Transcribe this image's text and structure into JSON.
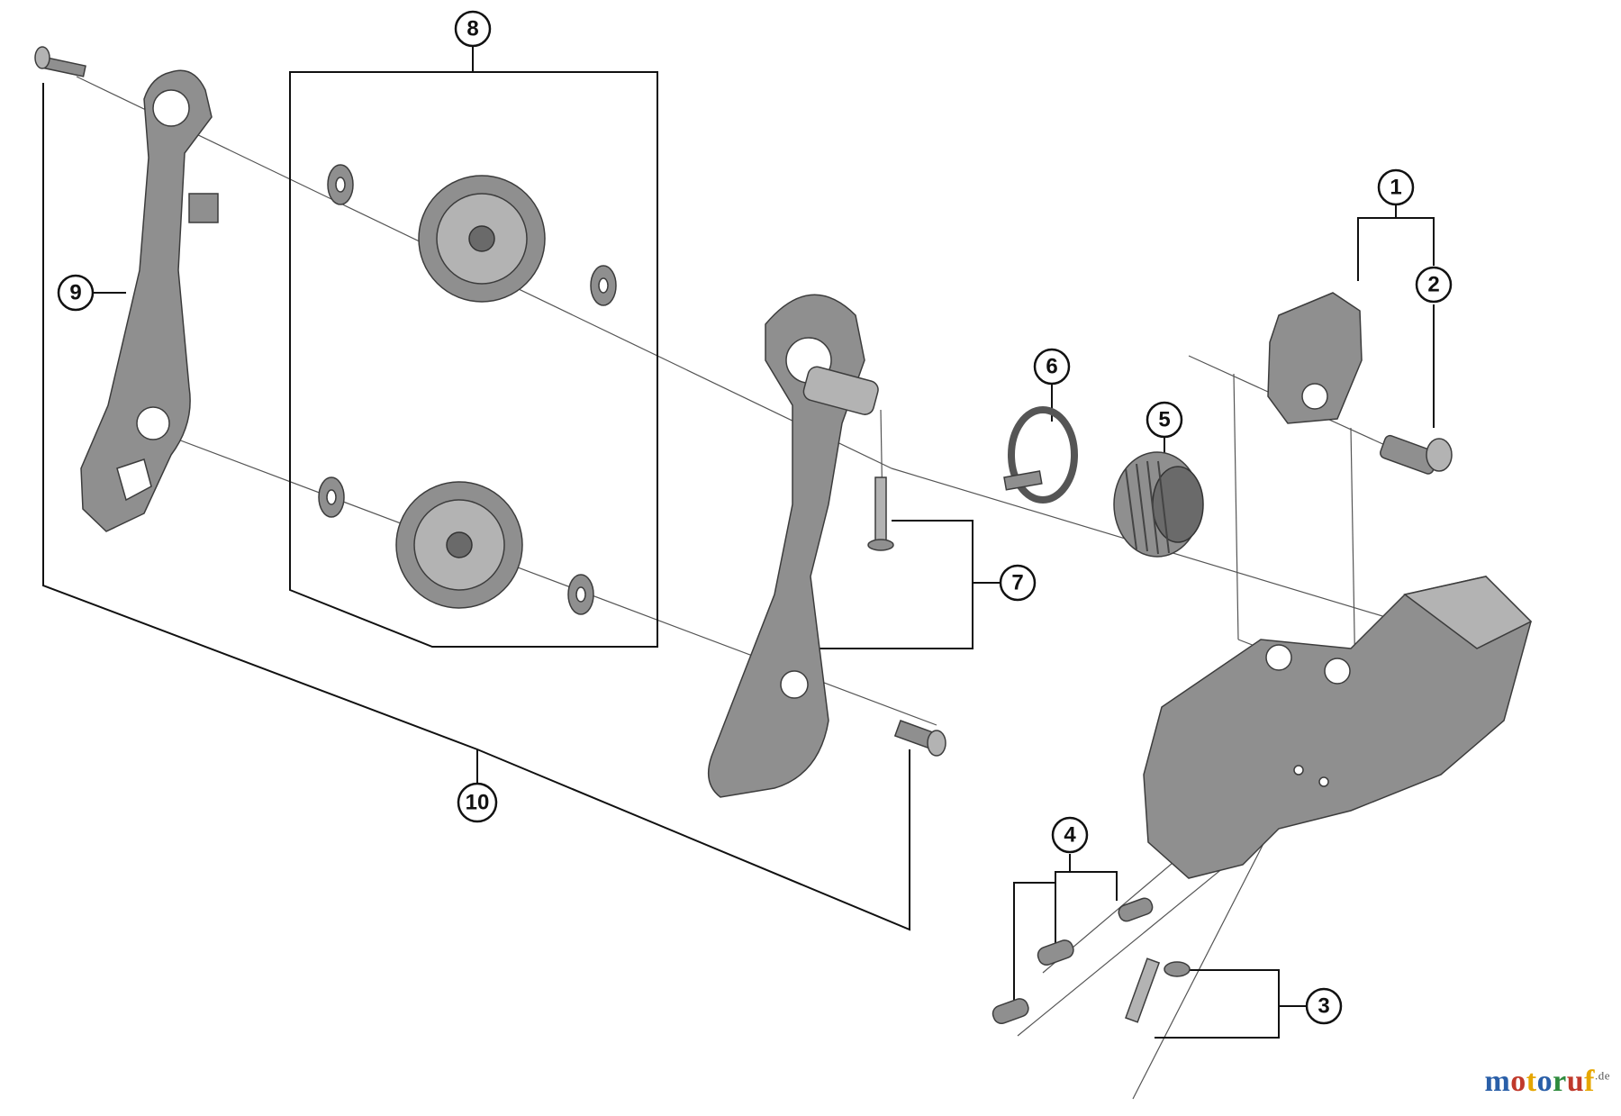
{
  "diagram": {
    "callouts": [
      {
        "id": "c1",
        "label": "1"
      },
      {
        "id": "c2",
        "label": "2"
      },
      {
        "id": "c3",
        "label": "3"
      },
      {
        "id": "c4",
        "label": "4"
      },
      {
        "id": "c5",
        "label": "5"
      },
      {
        "id": "c6",
        "label": "6"
      },
      {
        "id": "c7",
        "label": "7"
      },
      {
        "id": "c8",
        "label": "8"
      },
      {
        "id": "c9",
        "label": "9"
      },
      {
        "id": "c10",
        "label": "10"
      }
    ]
  },
  "watermark": {
    "letters": [
      "m",
      "o",
      "t",
      "o",
      "r",
      "u",
      "f"
    ],
    "letter_colors": [
      "#2a5fa8",
      "#c0392b",
      "#e6a600",
      "#2a5fa8",
      "#2e8b3d",
      "#c0392b",
      "#e6a600"
    ],
    "suffix": ".de"
  }
}
